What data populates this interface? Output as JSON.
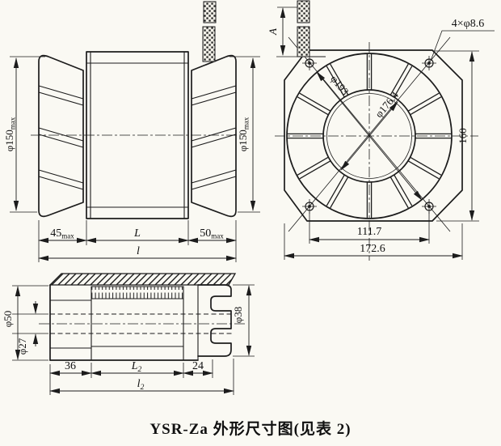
{
  "caption": "YSR-Za 外形尺寸图(见表 2)",
  "side_view": {
    "dia_left": {
      "main": "φ150",
      "sub": "max"
    },
    "dia_right": {
      "main": "φ150",
      "sub": "max"
    },
    "front_len": {
      "main": "45",
      "sub": "max"
    },
    "core_len": "L",
    "rear_len": {
      "main": "50",
      "sub": "max"
    },
    "total_len": "l"
  },
  "front_view": {
    "cable_len": "A",
    "mount_holes": "4×φ8.6",
    "outer_dia": "φ193",
    "bore_dia": "φ176.4",
    "height": "160",
    "hole_spacing": "111.7",
    "width": "172.6"
  },
  "rotor_view": {
    "dia_50": "φ50",
    "dia_27": "φ27",
    "dia_38": "φ38",
    "front_len": "36",
    "core_len": {
      "main": "L",
      "sub": "2"
    },
    "rear_len": "24",
    "total_len": {
      "main": "l",
      "sub": "2"
    }
  }
}
